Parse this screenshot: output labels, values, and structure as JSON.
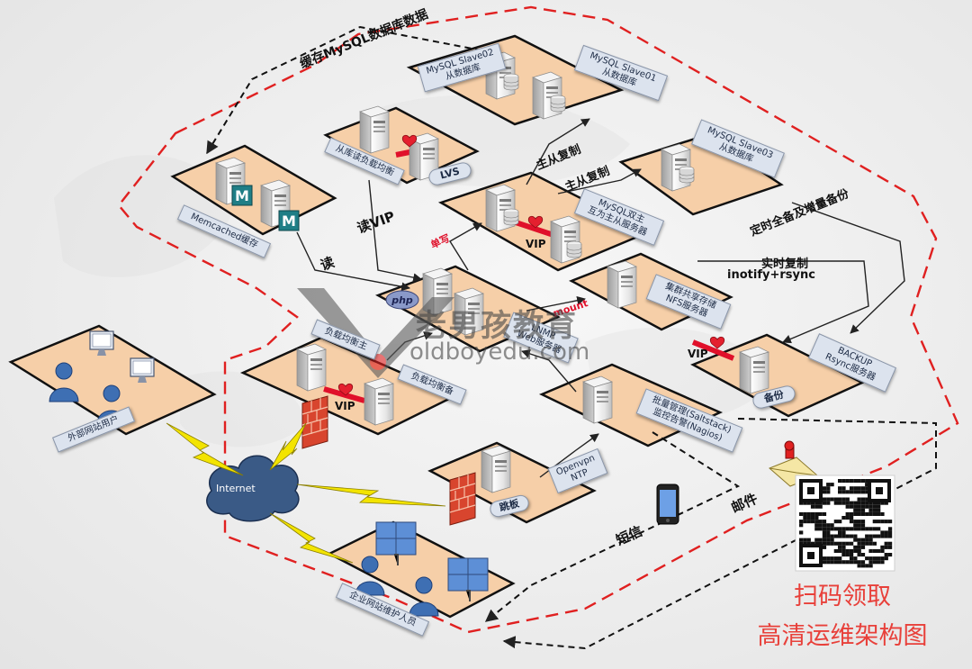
{
  "diagram": {
    "node_labels": {
      "slave02": "MySQL Slave02\n从数据库",
      "slave01": "MySQL Slave01\n从数据库",
      "slave03": "MySQL Slave03\n从数据库",
      "lb_read": "从库读负载均衡",
      "lvs": "LVS",
      "memcached": "Memcached缓存",
      "mysql_master": "MySQL双主\n互为主从服务器",
      "vip": "VIP",
      "nfs": "集群共享存储\nNFS服务器",
      "lnmp": "LNMP\nWeb服务器",
      "lb_master": "负载均衡主",
      "lb_backup": "负载均衡备",
      "backup": "BACKUP\nRsync服务器",
      "backup_tag": "备份",
      "salt": "批量管理(Saltstack)\n监控告警(Nagios)",
      "openvpn": "Openvpn\nNTP",
      "jump": "跳板",
      "external_users": "外部网站用户",
      "internet": "Internet",
      "ops_staff": "企业网站维护人员",
      "php": "php"
    },
    "edge_labels": {
      "cache_mysql": "缓存MySQL数据库数据",
      "read_vip": "读VIP",
      "read": "读",
      "master_slave_1": "主从复制",
      "master_slave_2": "主从复制",
      "single_write": "单写",
      "mount": "mount",
      "realtime_sync": "实时复制",
      "inotify": "inotify+rsync",
      "full_incr_backup": "定时全备及增量备份",
      "sms": "短信",
      "mail": "邮件"
    },
    "watermark": {
      "cn": "老男孩教育",
      "url": "oldboyedu.com"
    },
    "promo": {
      "line1": "扫码领取",
      "line2": "高清运维架构图"
    },
    "colors": {
      "platform": "#f6cfa8",
      "zone_border": "#e02020",
      "vip_link": "#e0102a",
      "arrow": "#222222",
      "promo_text": "#e8403a",
      "tag_fill": "#dce3ee"
    }
  }
}
